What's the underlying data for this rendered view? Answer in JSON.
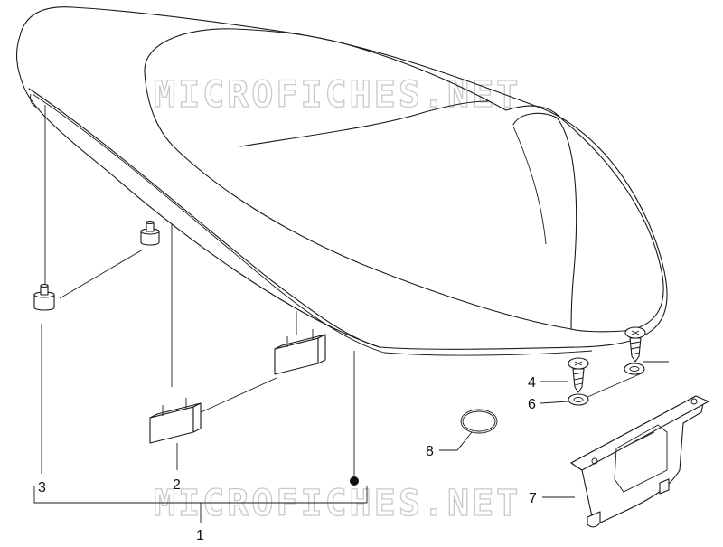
{
  "watermark": {
    "text_top": "MICROFICHES.NET",
    "text_bottom": "MICROFICHES.NET"
  },
  "parts": [
    {
      "id": "1",
      "label": "1"
    },
    {
      "id": "2",
      "label": "2"
    },
    {
      "id": "3",
      "label": "3"
    },
    {
      "id": "4",
      "label": "4"
    },
    {
      "id": "6",
      "label": "6"
    },
    {
      "id": "7",
      "label": "7"
    },
    {
      "id": "8",
      "label": "8"
    }
  ],
  "colors": {
    "line": "#1a1a1a",
    "watermark": "#c9c9c9",
    "background": "#ffffff"
  }
}
